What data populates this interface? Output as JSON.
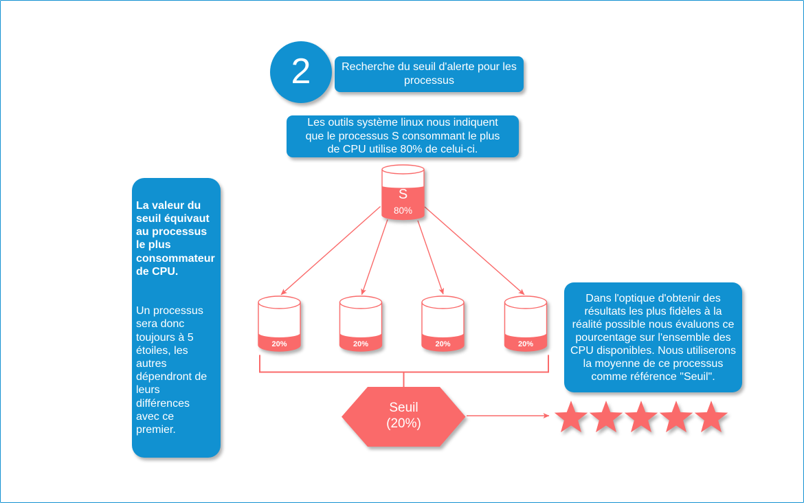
{
  "colors": {
    "blue": "#1191d1",
    "salmon": "#fa6a6a",
    "background": "#ffffff",
    "text_on_color": "#ffffff"
  },
  "step_badge": {
    "number": "2"
  },
  "title_box": {
    "text": "Recherche du seuil d'alerte pour les\nprocessus"
  },
  "instruction_box": {
    "text": "Les outils système linux nous indiquent\nque le processus S consommant le plus\nde CPU utilise 80% de celui-ci."
  },
  "left_note": {
    "heading": "La valeur du\nseuil équivaut\nau processus\nle plus\nconsommateur\nde CPU.",
    "body": "Un processus\nsera donc\ntoujours à 5\nétoiles, les\nautres\ndépendront de\nleurs\ndifférences\navec ce\npremier."
  },
  "right_note": {
    "text": "Dans l'optique d'obtenir des\nrésultats les plus fidèles à la\nréalité possible nous évaluons ce\npourcentage sur l'ensemble des\nCPU disponibles. Nous utiliserons\nla moyenne de ce processus\ncomme référence \"Seuil\"."
  },
  "main_process": {
    "label": "S",
    "value": "80%"
  },
  "cpus": [
    {
      "value": "20%"
    },
    {
      "value": "20%"
    },
    {
      "value": "20%"
    },
    {
      "value": "20%"
    }
  ],
  "seuil_hexagon": {
    "label": "Seuil",
    "value": "(20%)"
  },
  "rating": {
    "stars": 5
  }
}
